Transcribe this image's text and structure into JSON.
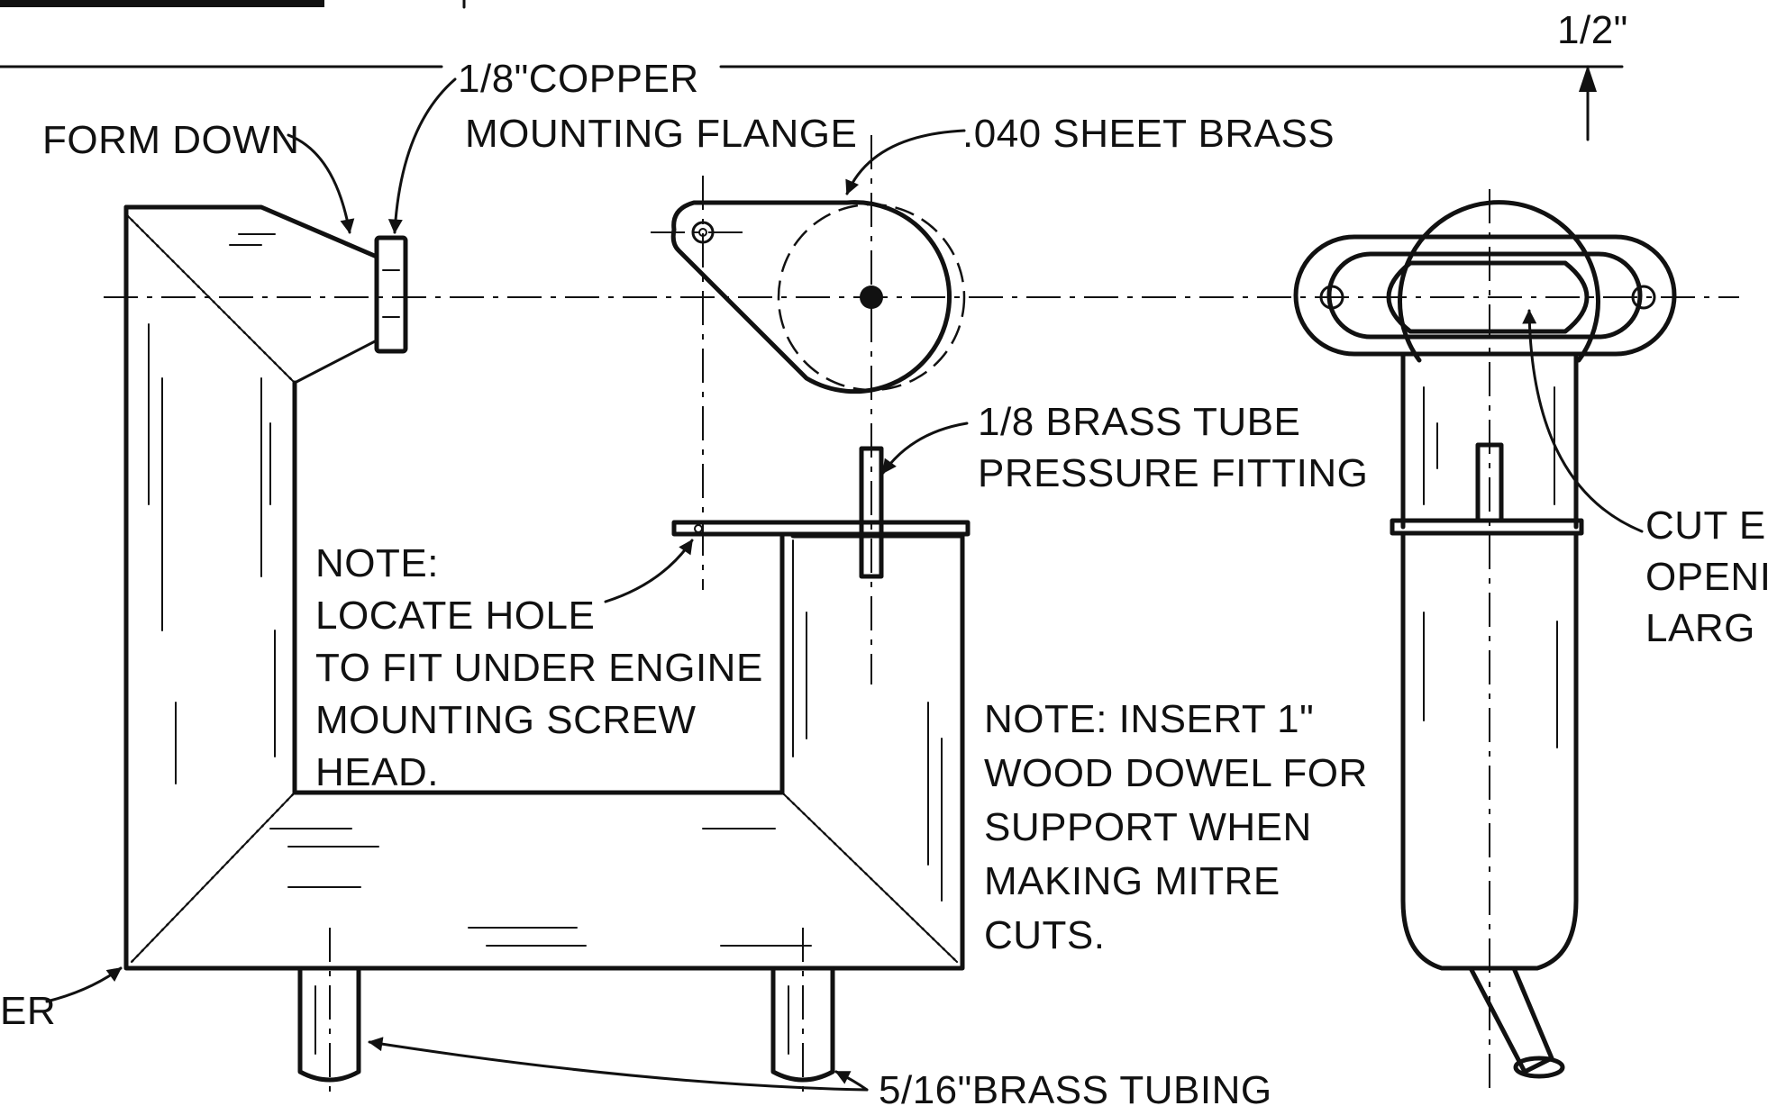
{
  "drawing": {
    "dimension": "1/2\"",
    "labels": {
      "copper_flange_line1": "1/8\"COPPER",
      "copper_flange_line2": "MOUNTING FLANGE",
      "form_down": "FORM DOWN",
      "sheet_brass": ".040 SHEET BRASS",
      "pressure_fitting_line1": "1/8 BRASS TUBE",
      "pressure_fitting_line2": "PRESSURE FITTING",
      "note_hole_line1": "NOTE:",
      "note_hole_line2": "LOCATE HOLE",
      "note_hole_line3": "TO FIT UNDER ENGINE",
      "note_hole_line4": "MOUNTING SCREW",
      "note_hole_line5": "HEAD.",
      "note_dowel_line1": "NOTE: INSERT 1\"",
      "note_dowel_line2": "WOOD DOWEL FOR",
      "note_dowel_line3": "SUPPORT WHEN",
      "note_dowel_line4": "MAKING MITRE",
      "note_dowel_line5": "CUTS.",
      "cut_line1": "CUT E",
      "cut_line2": "OPENI",
      "cut_line3": "LARG",
      "left_partial": "ER",
      "brass_tubing": "5/16\"BRASS TUBING"
    }
  }
}
